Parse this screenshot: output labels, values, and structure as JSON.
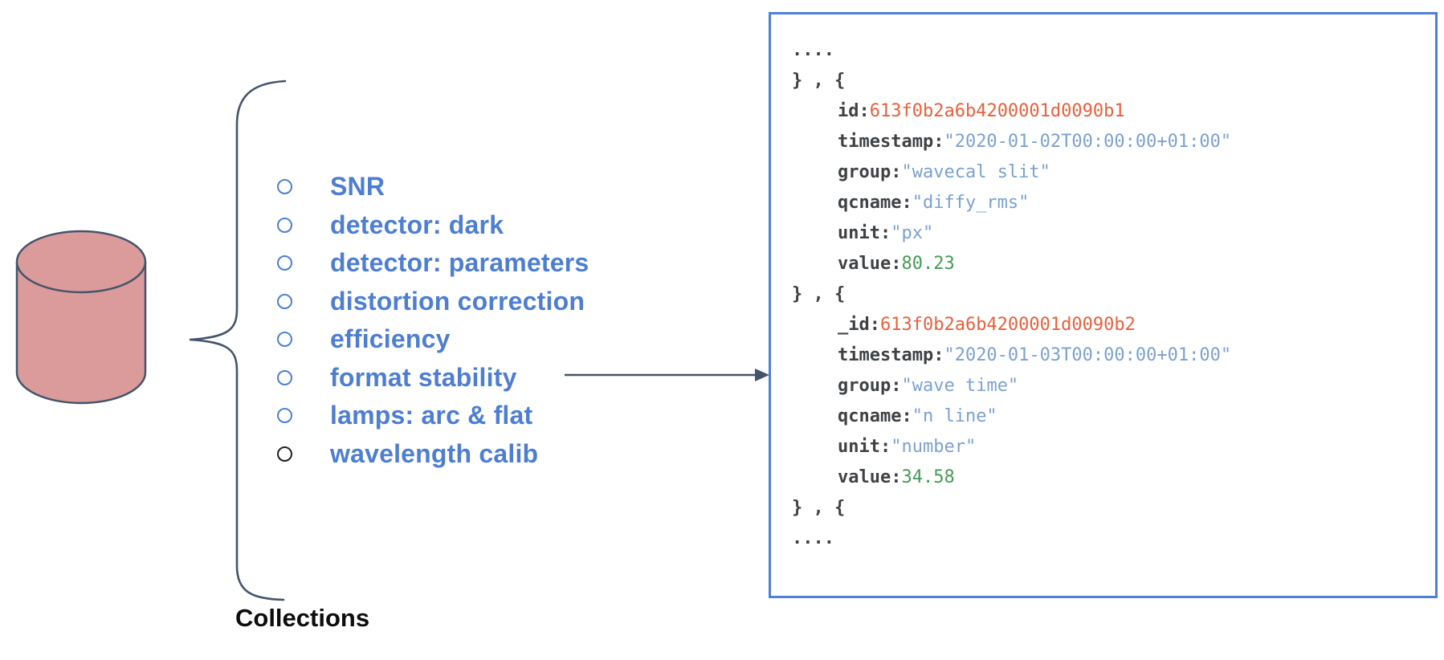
{
  "collections_caption": "Collections",
  "list": {
    "items": [
      {
        "label": "SNR",
        "bullet": "blue"
      },
      {
        "label": "detector: dark",
        "bullet": "blue"
      },
      {
        "label": "detector: parameters",
        "bullet": "blue"
      },
      {
        "label": "distortion correction",
        "bullet": "blue"
      },
      {
        "label": "efficiency",
        "bullet": "blue"
      },
      {
        "label": "format stability",
        "bullet": "blue",
        "arrow_to_code": true
      },
      {
        "label": "lamps: arc & flat",
        "bullet": "blue"
      },
      {
        "label": "wavelength calib",
        "bullet": "black"
      }
    ]
  },
  "code_panel": {
    "lines": [
      {
        "indent": 0,
        "segments": [
          {
            "text": "....",
            "type": "plain"
          }
        ]
      },
      {
        "indent": 0,
        "segments": [
          {
            "text": "} , {",
            "type": "plain"
          }
        ]
      },
      {
        "indent": 1,
        "segments": [
          {
            "text": "id:",
            "type": "key"
          },
          {
            "text": "613f0b2a6b4200001d0090b1",
            "type": "id"
          }
        ]
      },
      {
        "indent": 1,
        "segments": [
          {
            "text": "timestamp:",
            "type": "key"
          },
          {
            "text": "\"2020-01-02T00:00:00+01:00\"",
            "type": "string"
          }
        ]
      },
      {
        "indent": 1,
        "segments": [
          {
            "text": "group:",
            "type": "key"
          },
          {
            "text": "\"wavecal slit\"",
            "type": "string"
          }
        ]
      },
      {
        "indent": 1,
        "segments": [
          {
            "text": "qcname:",
            "type": "key"
          },
          {
            "text": "\"diffy_rms\"",
            "type": "string"
          }
        ]
      },
      {
        "indent": 1,
        "segments": [
          {
            "text": "unit:",
            "type": "key"
          },
          {
            "text": "\"px\"",
            "type": "string"
          }
        ]
      },
      {
        "indent": 1,
        "segments": [
          {
            "text": "value:",
            "type": "key"
          },
          {
            "text": "80.23",
            "type": "number"
          }
        ]
      },
      {
        "indent": 0,
        "segments": [
          {
            "text": "} , {",
            "type": "plain"
          }
        ]
      },
      {
        "indent": 1,
        "segments": [
          {
            "text": "_id:",
            "type": "key"
          },
          {
            "text": "613f0b2a6b4200001d0090b2",
            "type": "id"
          }
        ]
      },
      {
        "indent": 1,
        "segments": [
          {
            "text": "timestamp:",
            "type": "key"
          },
          {
            "text": "\"2020-01-03T00:00:00+01:00\"",
            "type": "string"
          }
        ]
      },
      {
        "indent": 1,
        "segments": [
          {
            "text": "group:",
            "type": "key"
          },
          {
            "text": "\"wave time\"",
            "type": "string"
          }
        ]
      },
      {
        "indent": 1,
        "segments": [
          {
            "text": "qcname:",
            "type": "key"
          },
          {
            "text": "\"n line\"",
            "type": "string"
          }
        ]
      },
      {
        "indent": 1,
        "segments": [
          {
            "text": "unit:",
            "type": "key"
          },
          {
            "text": "\"number\"",
            "type": "string"
          }
        ]
      },
      {
        "indent": 1,
        "segments": [
          {
            "text": "value:",
            "type": "key"
          },
          {
            "text": "34.58",
            "type": "number"
          }
        ]
      },
      {
        "indent": 0,
        "segments": [
          {
            "text": "} , {",
            "type": "plain"
          }
        ]
      },
      {
        "indent": 0,
        "segments": [
          {
            "text": "....",
            "type": "plain"
          }
        ]
      }
    ]
  },
  "icons": {
    "database": "database-cylinder-icon",
    "brace": "left-curly-brace",
    "arrow": "right-arrow-connector"
  },
  "colors": {
    "list_text": "#4d7ed3",
    "bullet_blue": "#4d7ed3",
    "bullet_black": "#1f1f1f",
    "panel_border": "#4e7fd9",
    "code_key": "#3f4245",
    "code_id": "#e8603c",
    "code_string": "#7ba1d0",
    "code_number": "#469a55",
    "shape_stroke": "#44546a",
    "cylinder_fill": "#db9b9b",
    "caption_text": "#0d0d0d"
  }
}
